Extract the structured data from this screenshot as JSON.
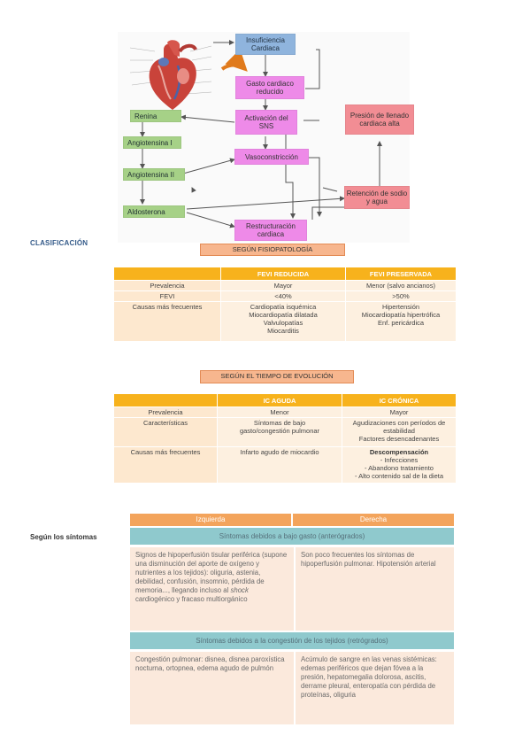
{
  "flowchart": {
    "insuficiencia": "Insuficiencia Cardiaca",
    "gasto": "Gasto cardiaco reducido",
    "presion": "Presión de llenado cardiaca alta",
    "renina": "Renina",
    "activacion": "Activación del SNS",
    "angiotensina1": "Angiotensina I",
    "vasoconstriccion": "Vasoconstricción",
    "angiotensina2": "Angiotensina II",
    "retencion": "Retención de sodio y agua",
    "aldosterona": "Aldosterona",
    "restructuracion": "Restructuración cardiaca"
  },
  "clasificacion_label": "CLASIFICACIÓN",
  "fisiopatologia": {
    "banner": "SEGÚN FISIOPATOLOGÍA",
    "headers": [
      "",
      "FEVI REDUCIDA",
      "FEVI PRESERVADA"
    ],
    "rows": [
      {
        "label": "Prevalencia",
        "c1": "Mayor",
        "c2": "Menor (salvo ancianos)"
      },
      {
        "label": "FEVI",
        "c1": "<40%",
        "c2": ">50%"
      },
      {
        "label": "Causas más frecuentes",
        "c1": [
          "Cardiopatía isquémica",
          "Miocardiopatía dilatada",
          "Valvulopatías",
          "Miocarditis"
        ],
        "c2": [
          "Hipertensión",
          "Miocardiopatía hipertrófica",
          "Enf. pericárdica"
        ]
      }
    ]
  },
  "evolucion": {
    "banner": "SEGÚN EL TIEMPO DE EVOLUCIÓN",
    "headers": [
      "",
      "IC AGUDA",
      "IC CRÓNICA"
    ],
    "rows": [
      {
        "label": "Prevalencia",
        "c1": "Menor",
        "c2": "Mayor"
      },
      {
        "label": "Características",
        "c1": [
          "Síntomas de bajo",
          "gasto/congestión pulmonar"
        ],
        "c2": [
          "Agudizaciones con períodos de",
          "estabilidad",
          "Factores desencadenantes"
        ]
      },
      {
        "label": "Causas más frecuentes",
        "c1": "Infarto agudo de miocardio",
        "c2_title": "Descompensación",
        "c2": [
          "- Infecciones",
          "- Abandono tratamiento",
          "- Alto contenido sal de la dieta"
        ]
      }
    ]
  },
  "sintomas": {
    "side_label": "Según los síntomas",
    "col_left": "Izquierda",
    "col_right": "Derecha",
    "band1": "Síntomas debidos a bajo gasto (anterógrados)",
    "low_left_1": "Signos de hipoperfusión tisular periférica (supone una disminución del aporte de oxígeno y nutrientes a los tejidos): oliguria, astenia, debilidad, confusión, insomnio, pérdida de memoria..., llegando incluso al ",
    "low_left_em": "shock",
    "low_left_2": " cardiogénico y fracaso multiorgánico",
    "low_right": "Son poco frecuentes los síntomas de hipoperfusión pulmonar. Hipotensión arterial",
    "band2": "Síntomas debidos a la congestión de los tejidos (retrógrados)",
    "cong_left": "Congestión pulmonar: disnea, disnea paroxística nocturna, ortopnea, edema agudo de pulmón",
    "cong_right": "Acúmulo de sangre en las venas sistémicas: edemas periféricos que dejan fóvea a la presión, hepatomegalia dolorosa, ascitis, derrame pleural, enteropatía con pérdida de proteínas, oliguria"
  }
}
